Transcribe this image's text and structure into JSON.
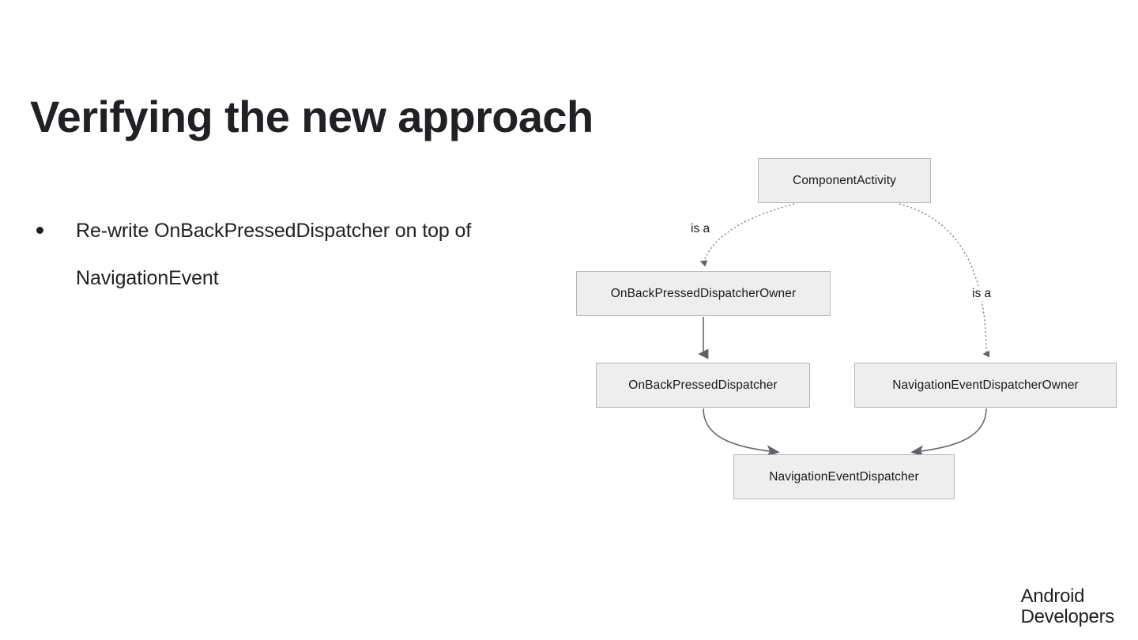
{
  "slide": {
    "title": "Verifying the new approach",
    "background_color": "#ffffff",
    "text_color": "#202124"
  },
  "bullets": [
    {
      "text": "Re-write OnBackPressedDispatcher on top of NavigationEvent"
    }
  ],
  "diagram": {
    "type": "class-hierarchy",
    "node_fill": "#eeeeee",
    "node_border": "#b6b6b6",
    "nodes": [
      {
        "id": "componentactivity",
        "label": "ComponentActivity"
      },
      {
        "id": "onbackpresseddispatcherowner",
        "label": "OnBackPressedDispatcherOwner"
      },
      {
        "id": "onbackpresseddispatcher",
        "label": "OnBackPressedDispatcher"
      },
      {
        "id": "navigationeventdispatcherowner",
        "label": "NavigationEventDispatcherOwner"
      },
      {
        "id": "navigationeventdispatcher",
        "label": "NavigationEventDispatcher"
      }
    ],
    "edges": [
      {
        "from": "componentactivity",
        "to": "onbackpresseddispatcherowner",
        "label": "is a",
        "style": "dotted"
      },
      {
        "from": "componentactivity",
        "to": "navigationeventdispatcherowner",
        "label": "is a",
        "style": "dotted"
      },
      {
        "from": "onbackpresseddispatcherowner",
        "to": "onbackpresseddispatcher",
        "label": "",
        "style": "solid"
      },
      {
        "from": "onbackpresseddispatcher",
        "to": "navigationeventdispatcher",
        "label": "",
        "style": "solid"
      },
      {
        "from": "navigationeventdispatcherowner",
        "to": "navigationeventdispatcher",
        "label": "",
        "style": "solid"
      }
    ]
  },
  "footer": {
    "brand_line_1": "Android",
    "brand_line_2": "Developers"
  }
}
